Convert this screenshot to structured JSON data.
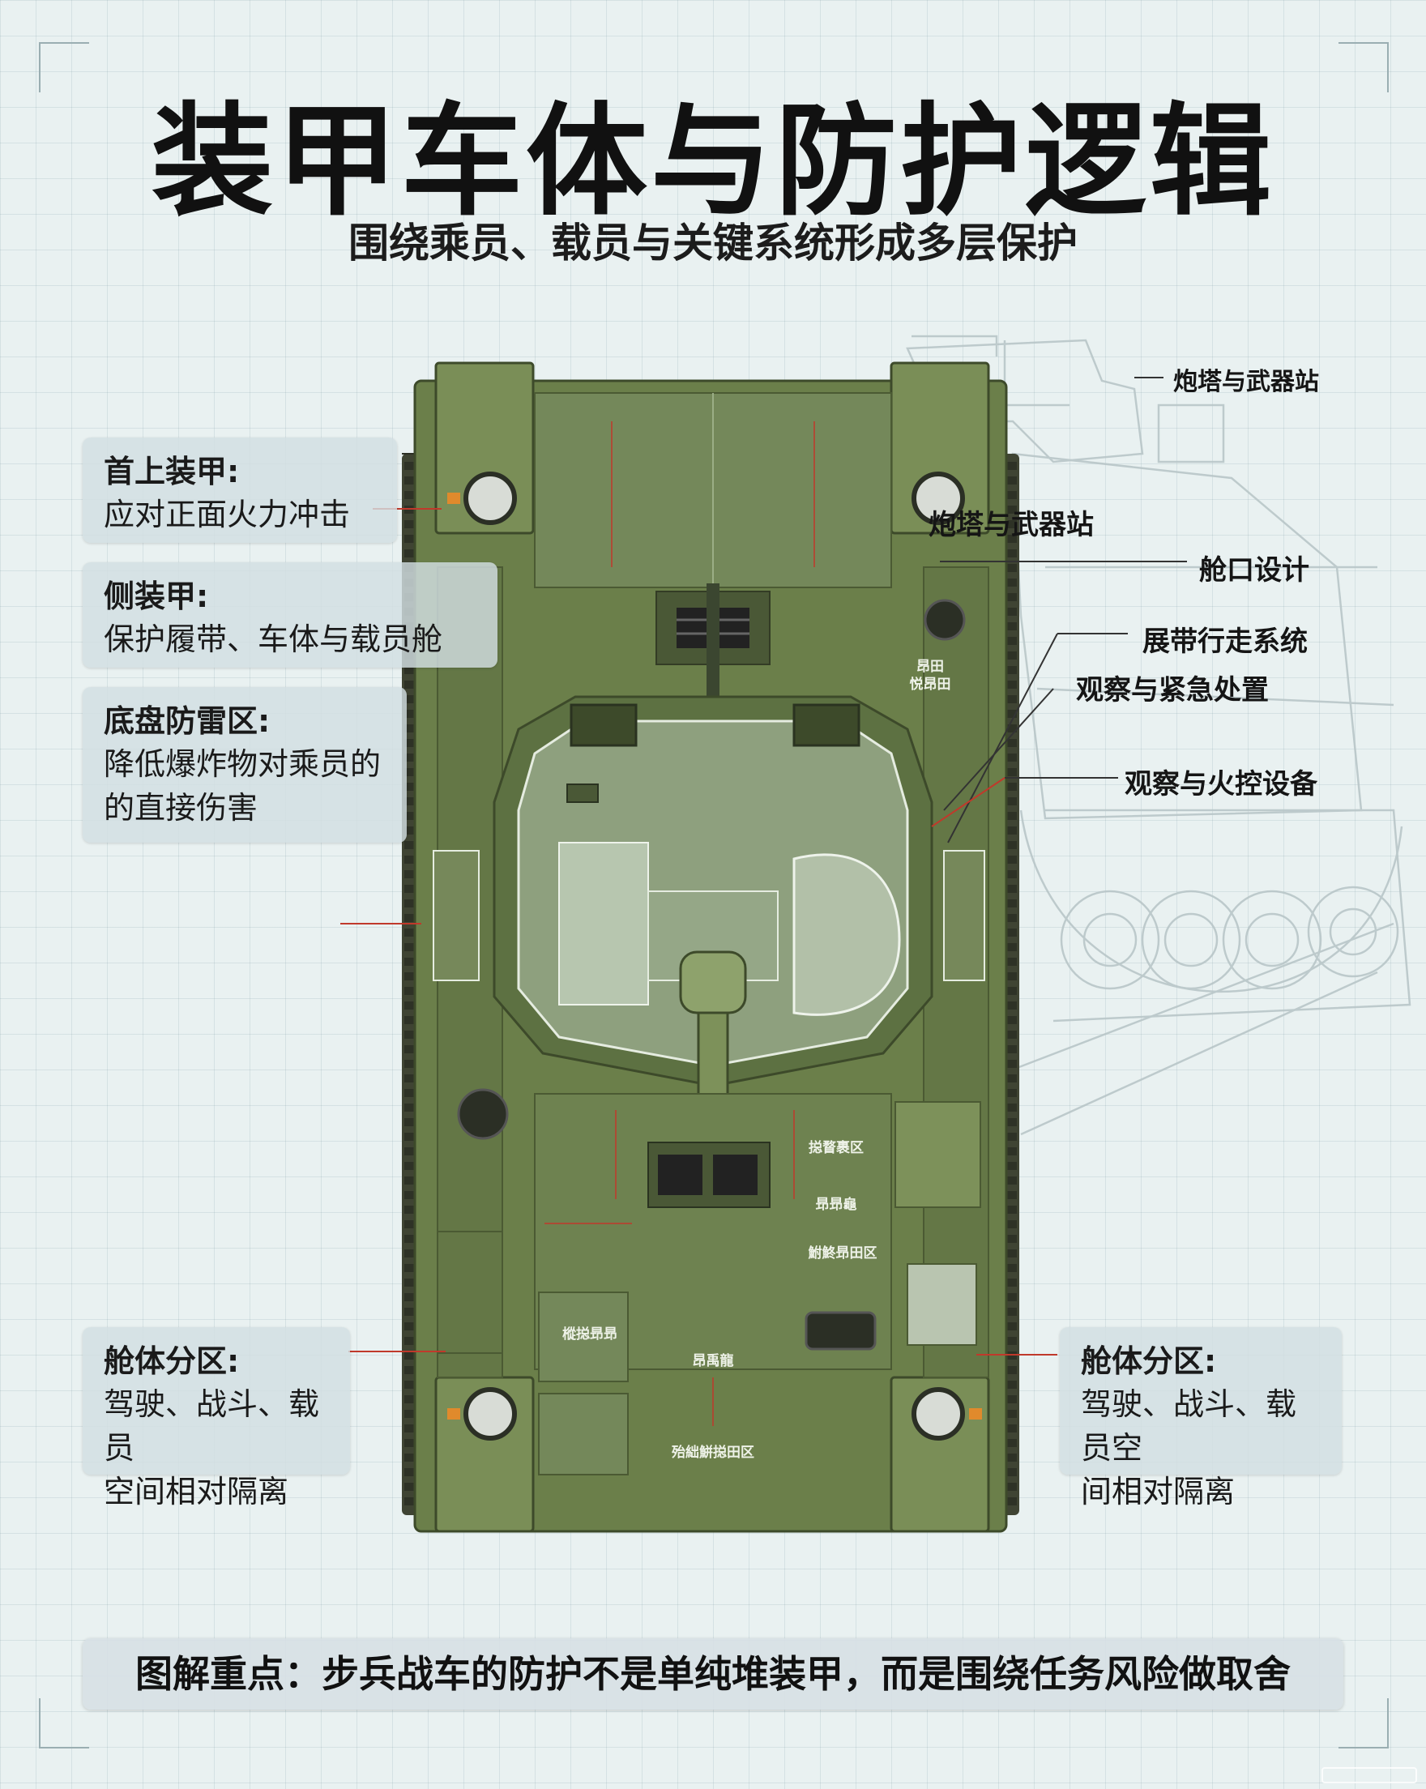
{
  "title": "装甲车体与防护逻辑",
  "subtitle": "围绕乘员、载员与关键系统形成多层保护",
  "left_callouts": [
    {
      "heading": "首上装甲:",
      "text": "应对正面火力冲击"
    },
    {
      "heading": "侧装甲:",
      "text": "保护履带、车体与载员舱"
    },
    {
      "heading": "底盘防雷区:",
      "text": "降低爆炸物对乘员的\n的直接伤害"
    },
    {
      "heading": "舱体分区:",
      "text": "驾驶、战斗、载员\n空间相对隔离"
    }
  ],
  "right_callout": {
    "heading": "舱体分区:",
    "text": "驾驶、战斗、载员空\n间相对隔离"
  },
  "right_labels": [
    "炮塔与武器站",
    "炮塔与武器站",
    "舱口设计",
    "展带行走系统",
    "观察与紧急处置",
    "观察与火控设备"
  ],
  "hull_markings": [
    "昂田\n悦昂田",
    "搃瞀裹区",
    "昻昻龜",
    "鮒鮗昻田区",
    "樅搃昻昻",
    "昂禹龍",
    "殆絀鮩搃田区"
  ],
  "footer": "图解重点：步兵战车的防护不是单纯堆装甲，而是围绕任务风险做取舍",
  "colors": {
    "hull": "#6b7f4a",
    "hull_dark": "#55673a",
    "hull_light": "#7d915a",
    "leader": "#c0392b",
    "turret_glass": "#b6c6b0"
  }
}
